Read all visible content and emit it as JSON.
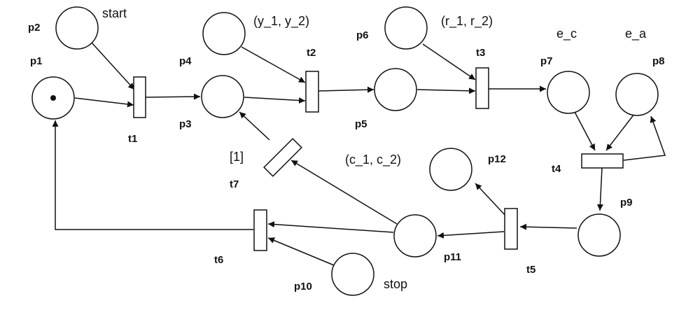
{
  "places": {
    "p1": {
      "label": "p1",
      "tokens": 1
    },
    "p2": {
      "label": "p2",
      "tokens": 0
    },
    "p3": {
      "label": "p3",
      "tokens": 0
    },
    "p4": {
      "label": "p4",
      "tokens": 0
    },
    "p5": {
      "label": "p5",
      "tokens": 0
    },
    "p6": {
      "label": "p6",
      "tokens": 0
    },
    "p7": {
      "label": "p7",
      "tokens": 0
    },
    "p8": {
      "label": "p8",
      "tokens": 0
    },
    "p9": {
      "label": "p9",
      "tokens": 0
    },
    "p10": {
      "label": "p10",
      "tokens": 0
    },
    "p11": {
      "label": "p11",
      "tokens": 0
    },
    "p12": {
      "label": "p12",
      "tokens": 0
    }
  },
  "transitions": {
    "t1": {
      "label": "t1"
    },
    "t2": {
      "label": "t2"
    },
    "t3": {
      "label": "t3"
    },
    "t4": {
      "label": "t4"
    },
    "t5": {
      "label": "t5"
    },
    "t6": {
      "label": "t6"
    },
    "t7": {
      "label": "t7"
    }
  },
  "annotations": {
    "start": "start",
    "stop": "stop",
    "y_pair": "(y_1, y_2)",
    "r_pair": "(r_1, r_2)",
    "c_pair": "(c_1, c_2)",
    "e_c": "e_c",
    "e_a": "e_a",
    "guard": "[1]"
  },
  "colors": {
    "stroke": "#111111",
    "fill": "#ffffff"
  }
}
